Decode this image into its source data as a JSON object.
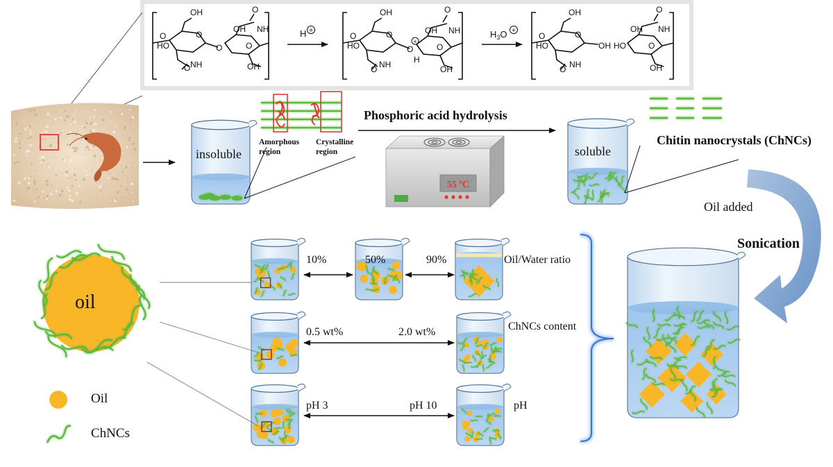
{
  "reaction": {
    "step1_reagent": "H",
    "step1_charge": "+",
    "step2_reagent": "H3O",
    "step2_charge": "+",
    "groups": {
      "oh": "OH",
      "nh": "NH",
      "o": "O",
      "ho": "HO",
      "h": "H"
    }
  },
  "process": {
    "hydrolysis_label": "Phosphoric acid hydrolysis",
    "insoluble_label": "insoluble",
    "soluble_label": "soluble",
    "amorphous_label": "Amorphous\nregion",
    "crystalline_label": "Crystalline\nregion",
    "hotplate_temp": "55 ºC",
    "product_label": "Chitin nanocrystals (ChNCs)",
    "oil_added_label": "Oil added",
    "sonication_label": "Sonication"
  },
  "emulsion": {
    "droplet_label": "oil",
    "legend_oil": "Oil",
    "legend_chncs": "ChNCs"
  },
  "variables": {
    "ratio_row": {
      "low": "10%",
      "mid": "50%",
      "high": "90%",
      "name": "Oil/Water ratio"
    },
    "content_row": {
      "low": "0.5 wt%",
      "high": "2.0 wt%",
      "name": "ChNCs content"
    },
    "ph_row": {
      "low": "pH 3",
      "high": "pH 10",
      "name": "pH"
    }
  },
  "colors": {
    "oil": "#f9b727",
    "fiber": "#5cb83a",
    "fiber_glow": "#b8f0a0",
    "water": "#a9cdee",
    "beaker_edge": "#4a6f95",
    "box_red": "#e0382c",
    "sand": "#e6cfb4",
    "arrow_blue": "#6e94c4"
  }
}
